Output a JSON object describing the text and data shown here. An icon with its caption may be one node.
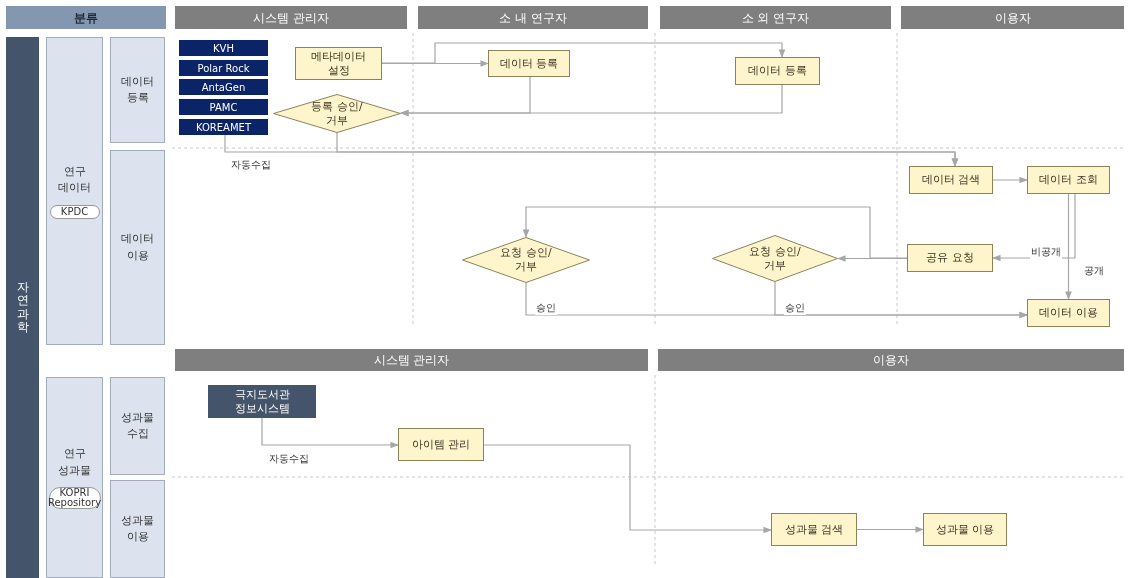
{
  "diagram": {
    "nodes": [
      {
        "text": [
          "분류"
        ]
      },
      {
        "text": [
          "시스템 관리자"
        ]
      },
      {
        "text": [
          "소 내 연구자"
        ]
      },
      {
        "text": [
          "소 외 연구자"
        ]
      },
      {
        "text": [
          "이용자"
        ]
      },
      {
        "text": [
          "자연과학"
        ]
      },
      {
        "text": [
          "연구 데이터"
        ]
      },
      {
        "text": [
          "KPDC"
        ],
        "in": 6
      },
      {
        "text": [
          "데이터 등록"
        ]
      },
      {
        "text": [
          "KVH"
        ]
      },
      {
        "text": [
          "Polar Rock"
        ]
      },
      {
        "text": [
          "AntaGen"
        ]
      },
      {
        "text": [
          "PAMC"
        ]
      },
      {
        "text": [
          "KOREAMET"
        ]
      },
      {
        "text": [
          "메타데이터 설정"
        ]
      },
      {
        "text": [
          "데이터 등록"
        ]
      },
      {
        "text": [
          "데이터 등록"
        ]
      },
      {
        "text": [
          "등록 승인/거부"
        ]
      },
      {
        "text": [
          "데이터 이용"
        ]
      },
      {
        "text": [
          "데이터 검색"
        ]
      },
      {
        "text": [
          "데이터 조회"
        ]
      },
      {
        "text": [
          "요청 승인/거부"
        ]
      },
      {
        "text": [
          "요청 승인/거부"
        ]
      },
      {
        "text": [
          "공유 요청"
        ]
      },
      {
        "text": [
          "데이터 이용"
        ]
      },
      {
        "text": [
          "시스템 관리자"
        ]
      },
      {
        "text": [
          "이용자"
        ]
      },
      {
        "text": [
          "연구 성과물"
        ]
      },
      {
        "text": [
          "KOPRI Repository"
        ],
        "in": 27
      },
      {
        "text": [
          "성과물 수집"
        ]
      },
      {
        "text": [
          "극지도서관 정보시스템"
        ]
      },
      {
        "text": [
          "아이템 관리"
        ]
      },
      {
        "text": [
          "성과물 이용"
        ]
      },
      {
        "text": [
          "성과물 검색"
        ]
      },
      {
        "text": [
          "성과물 이용"
        ]
      }
    ],
    "edges": [
      {
        "from": 14,
        "to": 15,
        "arrow": "to"
      },
      {
        "from": 14,
        "to": 16,
        "arrow": "to"
      },
      {
        "from": 15,
        "to": 17,
        "arrow": "to"
      },
      {
        "from": 16,
        "to": 17,
        "arrow": "to"
      },
      {
        "from": 17,
        "to": 19,
        "arrow": "to"
      },
      {
        "from": 13,
        "to": 19,
        "arrow": "to",
        "label": "자동수집"
      },
      {
        "from": 19,
        "to": 20,
        "arrow": "to"
      },
      {
        "from": 20,
        "to": 23,
        "arrow": "to",
        "label": "비공개"
      },
      {
        "from": 20,
        "to": 24,
        "arrow": "to",
        "label": "공개"
      },
      {
        "from": 23,
        "to": 22,
        "arrow": "to"
      },
      {
        "from": 23,
        "to": 21,
        "arrow": "to"
      },
      {
        "from": 21,
        "to": 24,
        "arrow": "to",
        "label": "승인"
      },
      {
        "from": 22,
        "to": 24,
        "arrow": "to",
        "label": "승인"
      },
      {
        "from": 30,
        "to": 31,
        "arrow": "to",
        "label": "자동수집"
      },
      {
        "from": 31,
        "to": 33,
        "arrow": "to"
      },
      {
        "from": 33,
        "to": 34,
        "arrow": "to"
      }
    ]
  }
}
